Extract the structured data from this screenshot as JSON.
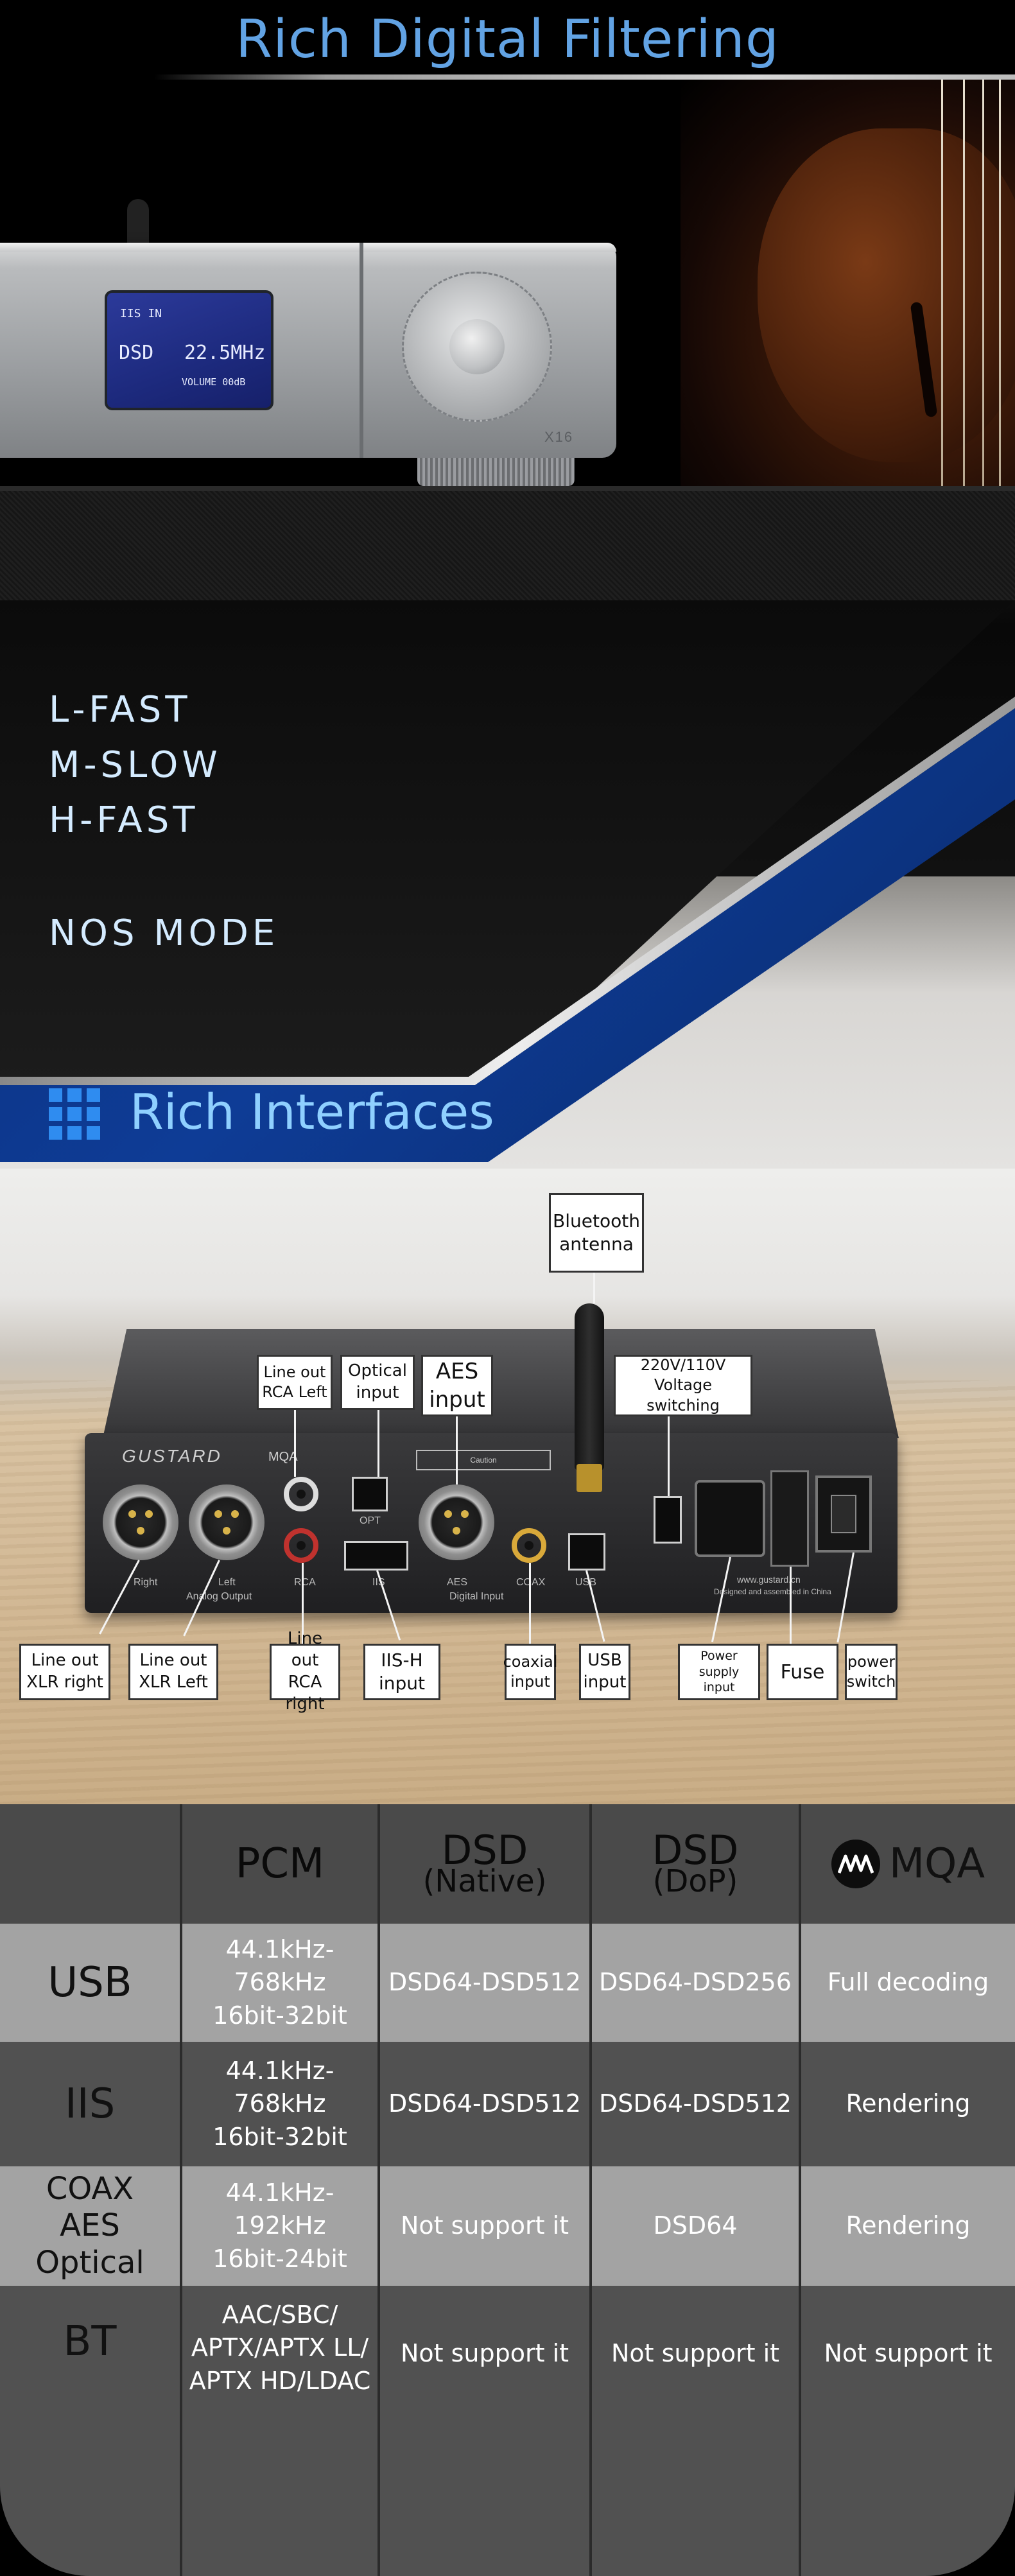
{
  "section_filter": {
    "title": "Rich Digital Filtering",
    "device_screen": {
      "input_label": "IIS IN",
      "format": "DSD",
      "rate": "22.5MHz",
      "volume": "VOLUME 00dB"
    },
    "model_badge": "X16",
    "modes": [
      "L-FAST",
      "M-SLOW",
      "H-FAST",
      "NOS MODE"
    ]
  },
  "section_interfaces": {
    "title": "Rich Interfaces",
    "brand": "GUSTARD",
    "brand_mqa": "MQA",
    "warning_text": "Caution",
    "panel_labels": {
      "right": "Right",
      "left": "Left",
      "rca": "RCA",
      "analog_output": "Analog Output",
      "opt": "OPT",
      "iis": "IIS",
      "aes": "AES",
      "coax": "COAX",
      "usb": "USB",
      "digital_input": "Digital Input",
      "website": "www.gustard.cn",
      "made_in": "Designed and assembled in China"
    },
    "callouts": {
      "bluetooth": [
        "Bluetooth",
        "antenna"
      ],
      "rca_left": [
        "Line out",
        "RCA Left"
      ],
      "optical": [
        "Optical",
        "input"
      ],
      "aes": [
        "AES",
        "input"
      ],
      "voltage": [
        "220V/110V",
        "Voltage switching"
      ],
      "xlr_right": [
        "Line out",
        "XLR  right"
      ],
      "xlr_left": [
        "Line out",
        "XLR Left"
      ],
      "rca_right": [
        "Line out",
        "RCA right"
      ],
      "iis_h": [
        "IIS-H",
        "input"
      ],
      "coaxial": [
        "coaxial",
        "input"
      ],
      "usb": [
        "USB",
        "input"
      ],
      "power_input": [
        "Power supply",
        "input"
      ],
      "fuse": [
        "Fuse"
      ],
      "power_switch": [
        "power",
        "switch"
      ]
    }
  },
  "spec_table": {
    "headers": {
      "pcm": "PCM",
      "dsd_native_main": "DSD",
      "dsd_native_sub": "(Native)",
      "dsd_dop_main": "DSD",
      "dsd_dop_sub": "(DoP)",
      "mqa": "MQA"
    },
    "rows": [
      {
        "name": [
          "USB"
        ],
        "pcm": [
          "44.1kHz-768kHz",
          "16bit-32bit"
        ],
        "dsd_native": "DSD64-DSD512",
        "dsd_dop": "DSD64-DSD256",
        "mqa": "Full decoding"
      },
      {
        "name": [
          "IIS"
        ],
        "pcm": [
          "44.1kHz-768kHz",
          "16bit-32bit"
        ],
        "dsd_native": "DSD64-DSD512",
        "dsd_dop": "DSD64-DSD512",
        "mqa": "Rendering"
      },
      {
        "name": [
          "COAX",
          "AES",
          "Optical"
        ],
        "pcm": [
          "44.1kHz-192kHz",
          "16bit-24bit"
        ],
        "dsd_native": "Not support it",
        "dsd_dop": "DSD64",
        "mqa": "Rendering"
      },
      {
        "name": [
          "BT"
        ],
        "pcm": [
          "AAC/SBC/",
          "APTX/APTX LL/",
          "APTX HD/LDAC"
        ],
        "dsd_native": "Not support it",
        "dsd_dop": "Not support it",
        "mqa": "Not support it"
      }
    ]
  }
}
